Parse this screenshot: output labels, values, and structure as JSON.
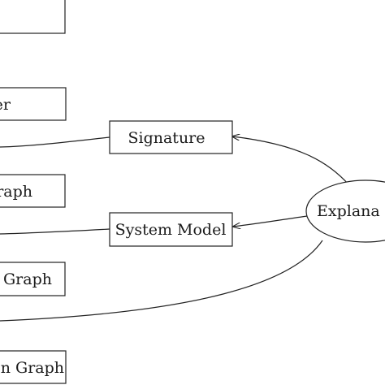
{
  "diagram": {
    "left_nodes": [
      {
        "id": "left-box-1",
        "label": ""
      },
      {
        "id": "left-box-2",
        "label": "er"
      },
      {
        "id": "left-box-3",
        "label": "raph"
      },
      {
        "id": "left-box-4",
        "label": "Graph"
      },
      {
        "id": "left-box-5",
        "label": "n Graph"
      }
    ],
    "middle_nodes": [
      {
        "id": "signature",
        "label": "Signature"
      },
      {
        "id": "system-model",
        "label": "System Model"
      }
    ],
    "ellipse_node": {
      "id": "explanation",
      "label": "Explana"
    }
  }
}
